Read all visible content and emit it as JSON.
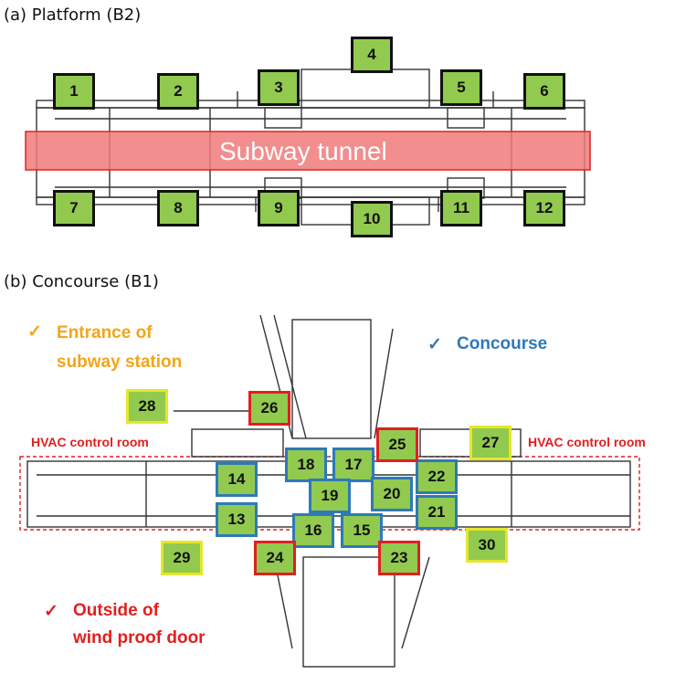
{
  "platform": {
    "title": "(a) Platform (B2)",
    "tunnel_label": "Subway tunnel",
    "boxes": [
      "1",
      "2",
      "3",
      "4",
      "5",
      "6",
      "7",
      "8",
      "9",
      "10",
      "11",
      "12"
    ]
  },
  "concourse": {
    "title": "(b) Concourse (B1)",
    "legend": {
      "entrance_line1": "Entrance of",
      "entrance_line2": "subway station",
      "concourse": "Concourse",
      "outside_line1": "Outside of",
      "outside_line2": "wind proof door",
      "check": "✓"
    },
    "hvac_left": "HVAC control room",
    "hvac_right": "HVAC control room",
    "boxes": {
      "concourse": [
        "13",
        "14",
        "15",
        "16",
        "17",
        "18",
        "19",
        "20",
        "21",
        "22"
      ],
      "entrance": [
        "27",
        "28",
        "29",
        "30"
      ],
      "outside": [
        "23",
        "24",
        "25",
        "26"
      ]
    }
  },
  "colors": {
    "box_fill": "#92c94f",
    "concourse": "#2e79b8",
    "entrance": "#e6e62a",
    "outside": "#e02020",
    "entrance_text": "#f2a51a",
    "tunnel": "#f07a7a"
  }
}
